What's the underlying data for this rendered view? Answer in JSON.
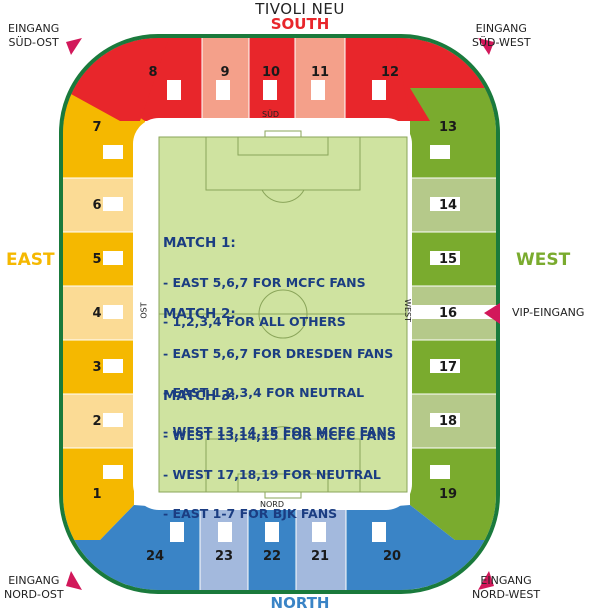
{
  "header": {
    "title": "TIVOLI NEU",
    "south": "SOUTH",
    "north": "NORTH",
    "east": "EAST",
    "west": "WEST"
  },
  "gates": {
    "sued_ost": [
      "EINGANG",
      "SÜD-OST"
    ],
    "sued_west": [
      "EINGANG",
      "SÜD-WEST"
    ],
    "nord_ost": [
      "EINGANG",
      "NORD-OST"
    ],
    "nord_west": [
      "EINGANG",
      "NORD-WEST"
    ],
    "vip": "VIP-EINGANG"
  },
  "side_labels": {
    "sued": "SÜD",
    "nord": "NORD",
    "ost": "OST",
    "west": "WEST"
  },
  "blocks": {
    "south": [
      "8",
      "9",
      "10",
      "11",
      "12"
    ],
    "east": [
      "7",
      "6",
      "5",
      "4",
      "3",
      "2",
      "1"
    ],
    "west": [
      "13",
      "14",
      "15",
      "16",
      "17",
      "18",
      "19"
    ],
    "north": [
      "24",
      "23",
      "22",
      "21",
      "20"
    ]
  },
  "matches": [
    {
      "heading": "MATCH 1:",
      "lines": [
        "- EAST 5,6,7 FOR MCFC FANS",
        "- 1,2,3,4 FOR ALL OTHERS"
      ]
    },
    {
      "heading": "MATCH 2:",
      "lines": [
        "- EAST 5,6,7 FOR DRESDEN FANS",
        "- EAST 1,2,3,4 FOR NEUTRAL",
        "- WEST 13,14,15 FOR MCFC FANS"
      ]
    },
    {
      "heading": "MATCH 3:",
      "lines": [
        "- WEST 13,14,15 FOR MCFC FANS",
        "- WEST 17,18,19 FOR NEUTRAL",
        "- EAST 1-7 FOR BJK FANS"
      ]
    }
  ],
  "colors": {
    "south": "#e8262b",
    "south_light": "#f4a08a",
    "east": "#f5b800",
    "east_light": "#fbdb95",
    "west": "#7aab2e",
    "west_light": "#b5c98a",
    "north": "#3a84c6",
    "north_light": "#a3b9dd",
    "pitch": "#cfe3a0",
    "outline": "#1a7a3c",
    "text_match": "#1b3d82",
    "gate_arrow": "#d2185a"
  }
}
